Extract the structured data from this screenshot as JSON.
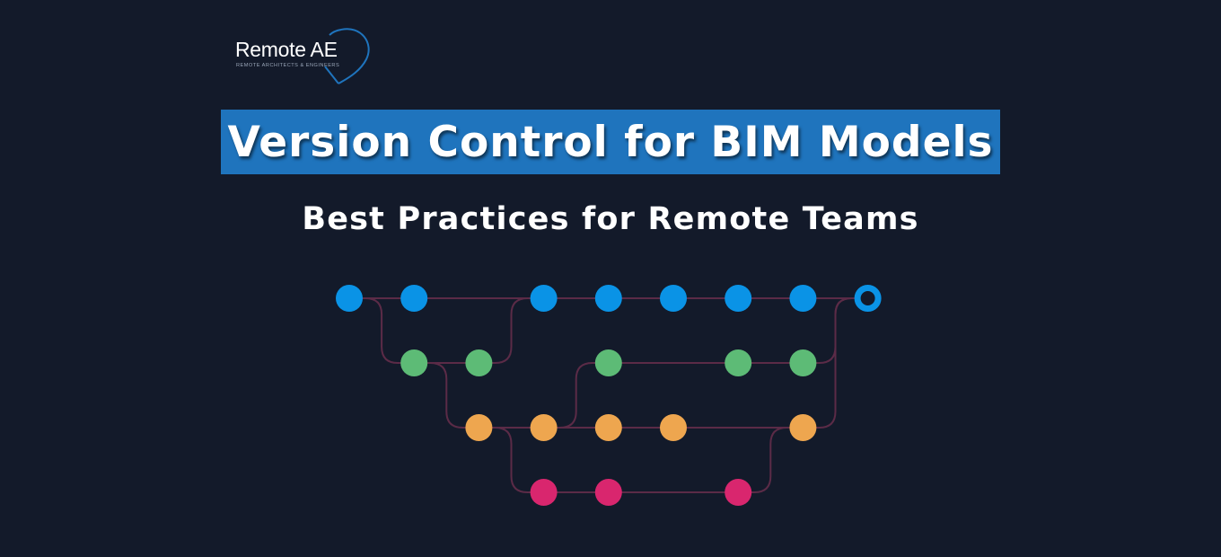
{
  "logo": {
    "name": "Remote AE",
    "tagline": "REMOTE ARCHITECTS & ENGINEERS"
  },
  "title": "Version Control for BIM Models",
  "subtitle": "Best Practices for Remote Teams",
  "colors": {
    "background": "#131a2a",
    "title_band": "#1f74bd",
    "branch_main": "#0a93e6",
    "branch_feature": "#5dbb76",
    "branch_develop": "#eea64f",
    "branch_hotfix": "#d9266e",
    "connector": "#5b2b47"
  }
}
